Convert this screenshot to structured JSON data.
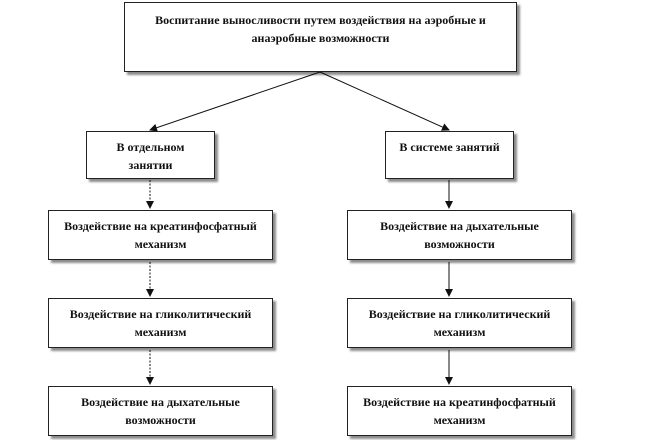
{
  "root": "Воспитание выносливости путем воздействия на аэробные и анаэробные возможности",
  "left": {
    "header": "В отдельном занятии",
    "steps": [
      "Воздействие на креатинфосфатный механизм",
      "Воздействие на гликолитический механизм",
      "Воздействие на дыхательные возможности"
    ]
  },
  "right": {
    "header": "В системе занятий",
    "steps": [
      "Воздействие на дыхательные возможности",
      "Воздействие на гликолитический механизм",
      "Воздействие на креатинфосфатный механизм"
    ]
  }
}
